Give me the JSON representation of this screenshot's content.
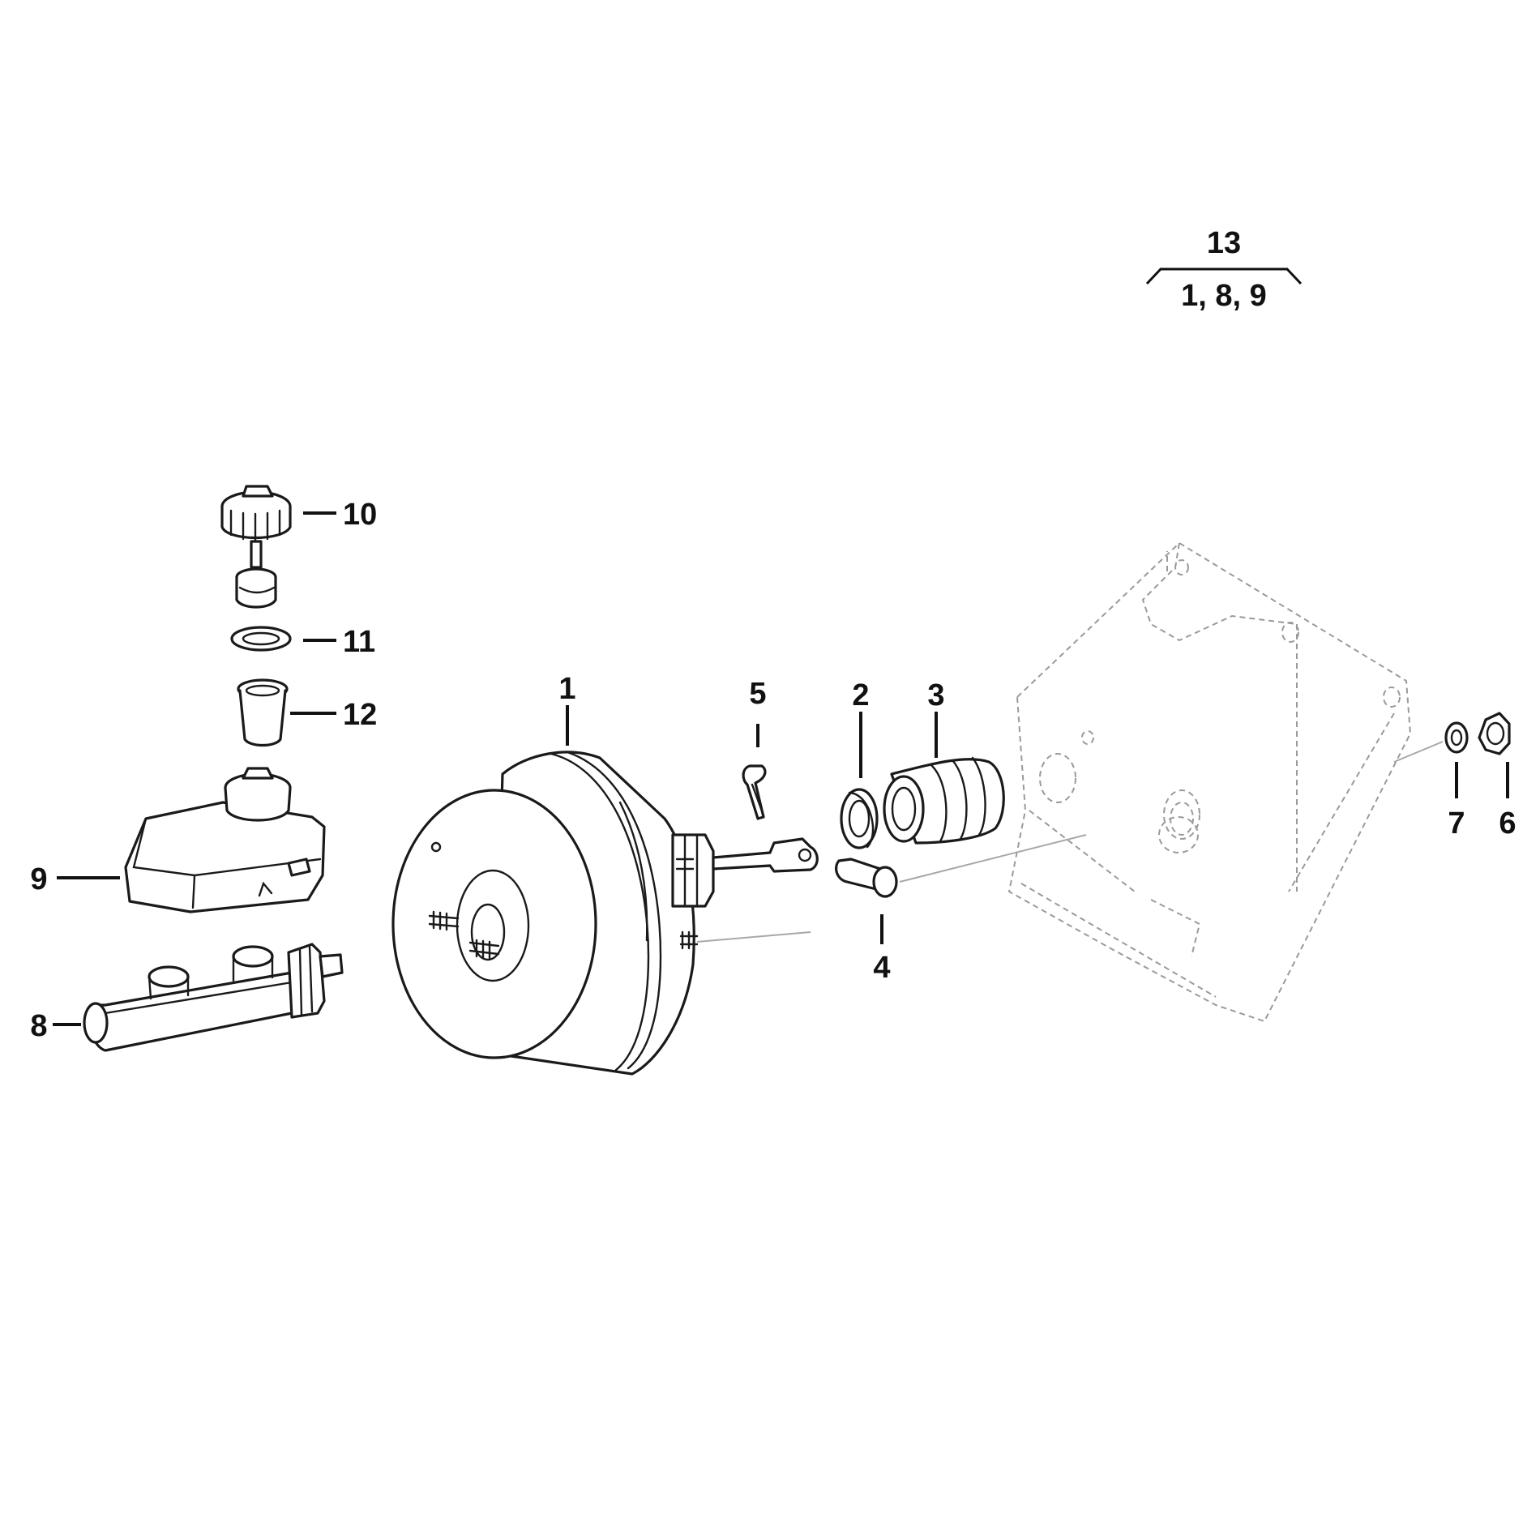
{
  "group": {
    "number": "13",
    "members": "1, 8, 9"
  },
  "callouts": [
    {
      "id": "c1",
      "label": "1"
    },
    {
      "id": "c2",
      "label": "2"
    },
    {
      "id": "c3",
      "label": "3"
    },
    {
      "id": "c4",
      "label": "4"
    },
    {
      "id": "c5",
      "label": "5"
    },
    {
      "id": "c6",
      "label": "6"
    },
    {
      "id": "c7",
      "label": "7"
    },
    {
      "id": "c8",
      "label": "8"
    },
    {
      "id": "c9",
      "label": "9"
    },
    {
      "id": "c10",
      "label": "10"
    },
    {
      "id": "c11",
      "label": "11"
    },
    {
      "id": "c12",
      "label": "12"
    }
  ]
}
